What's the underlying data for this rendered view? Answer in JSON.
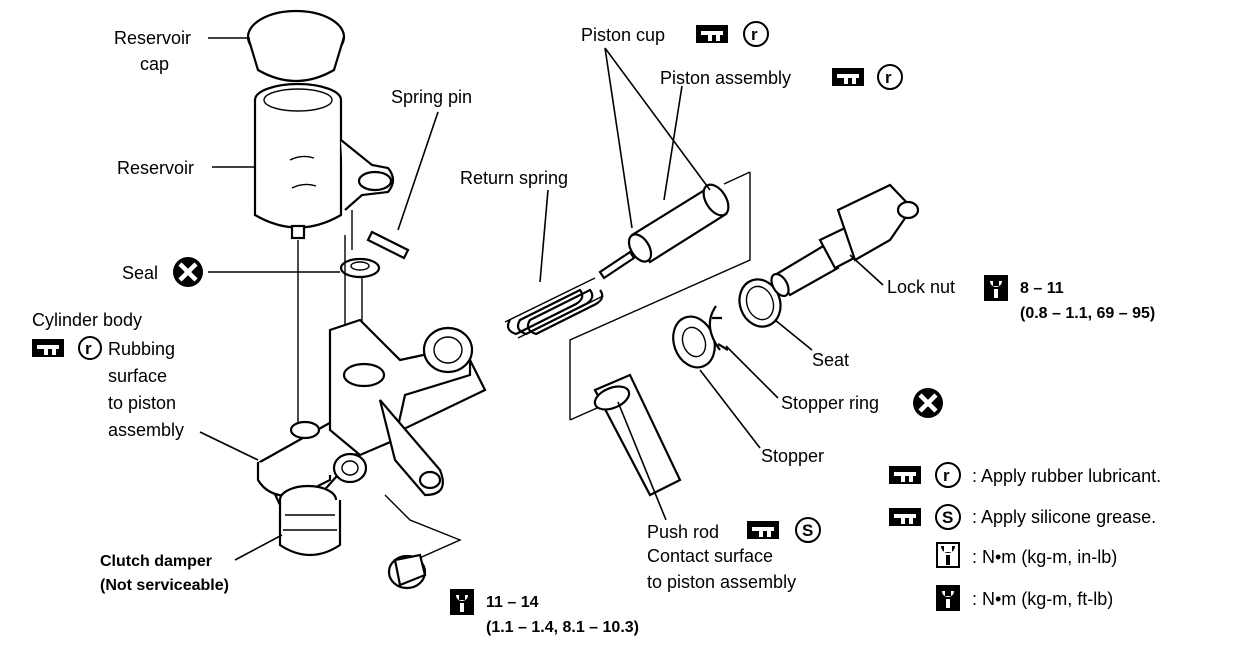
{
  "labels": {
    "reservoir_cap_1": "Reservoir",
    "reservoir_cap_2": "cap",
    "reservoir": "Reservoir",
    "spring_pin": "Spring pin",
    "seal": "Seal",
    "cylinder_body": "Cylinder body",
    "rubbing_1": "Rubbing",
    "rubbing_2": "surface",
    "rubbing_3": "to piston",
    "rubbing_4": "assembly",
    "clutch_damper_1": "Clutch damper",
    "clutch_damper_2": "(Not serviceable)",
    "torque_nut_1": "11 – 14",
    "torque_nut_2": "(1.1 – 1.4, 8.1 – 10.3)",
    "piston_cup": "Piston cup",
    "piston_assembly": "Piston assembly",
    "return_spring": "Return spring",
    "lock_nut": "Lock nut",
    "lock_nut_torque_1": "8 – 11",
    "lock_nut_torque_2": "(0.8 – 1.1, 69 – 95)",
    "seat": "Seat",
    "stopper_ring": "Stopper ring",
    "stopper": "Stopper",
    "push_rod": "Push rod",
    "contact_1": "Contact surface",
    "contact_2": "to piston assembly"
  },
  "legend": {
    "rubber": ": Apply rubber lubricant.",
    "silicone": ": Apply silicone grease.",
    "nm_inlb": ": N•m (kg-m, in-lb)",
    "nm_ftlb": ": N•m (kg-m, ft-lb)"
  },
  "symbols": {
    "r": "r",
    "s": "S"
  }
}
